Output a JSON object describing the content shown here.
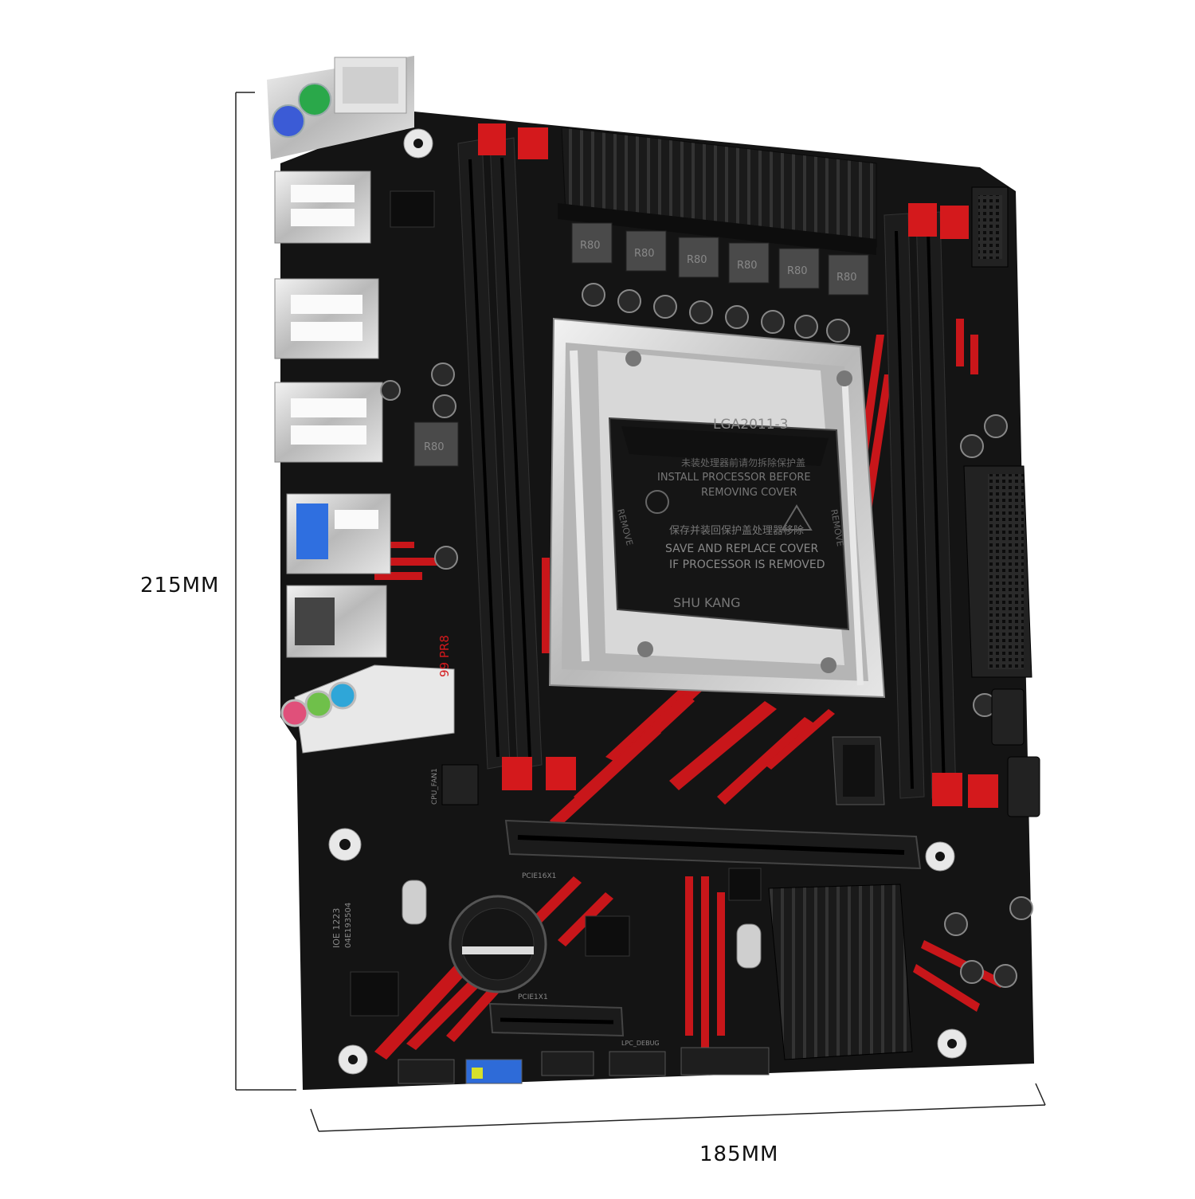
{
  "dimensions": {
    "height_label": "215MM",
    "width_label": "185MM"
  },
  "socket": {
    "model": "LGA2011-3",
    "notice_cn_1": "未装处理器前请勿拆除保护盖",
    "notice_en_1": "INSTALL PROCESSOR BEFORE",
    "notice_en_2": "REMOVING COVER",
    "notice_cn_2": "保存并装回保护盖处理器移除",
    "notice_en_3": "SAVE AND REPLACE COVER",
    "notice_en_4": "IF PROCESSOR IS REMOVED",
    "brand": "SHU KANG",
    "side_left": "REMOVE",
    "side_right": "REMOVE"
  },
  "chokes": {
    "label": "R80"
  },
  "silkscreen": {
    "board_model": "99 PR8",
    "ioe_code": "IOE 1223",
    "serial": "04E193504",
    "cpu_fan": "CPU_FAN1",
    "pcie_x16": "PCIE16X1",
    "pcie_x1": "PCIE1X1",
    "lpc_debug": "LPC_DEBUG"
  },
  "colors": {
    "pcb": "#141414",
    "accent_red": "#d4191c",
    "heatsink": "#1f1f1f",
    "metal": "#c8c8c8",
    "ps2_purple": "#3b5bd6",
    "ps2_green": "#2aa84a",
    "usb3_blue": "#2f6fe0",
    "audio_pink": "#e0507a",
    "audio_green": "#6fc04a",
    "audio_blue": "#2fa6d8"
  }
}
